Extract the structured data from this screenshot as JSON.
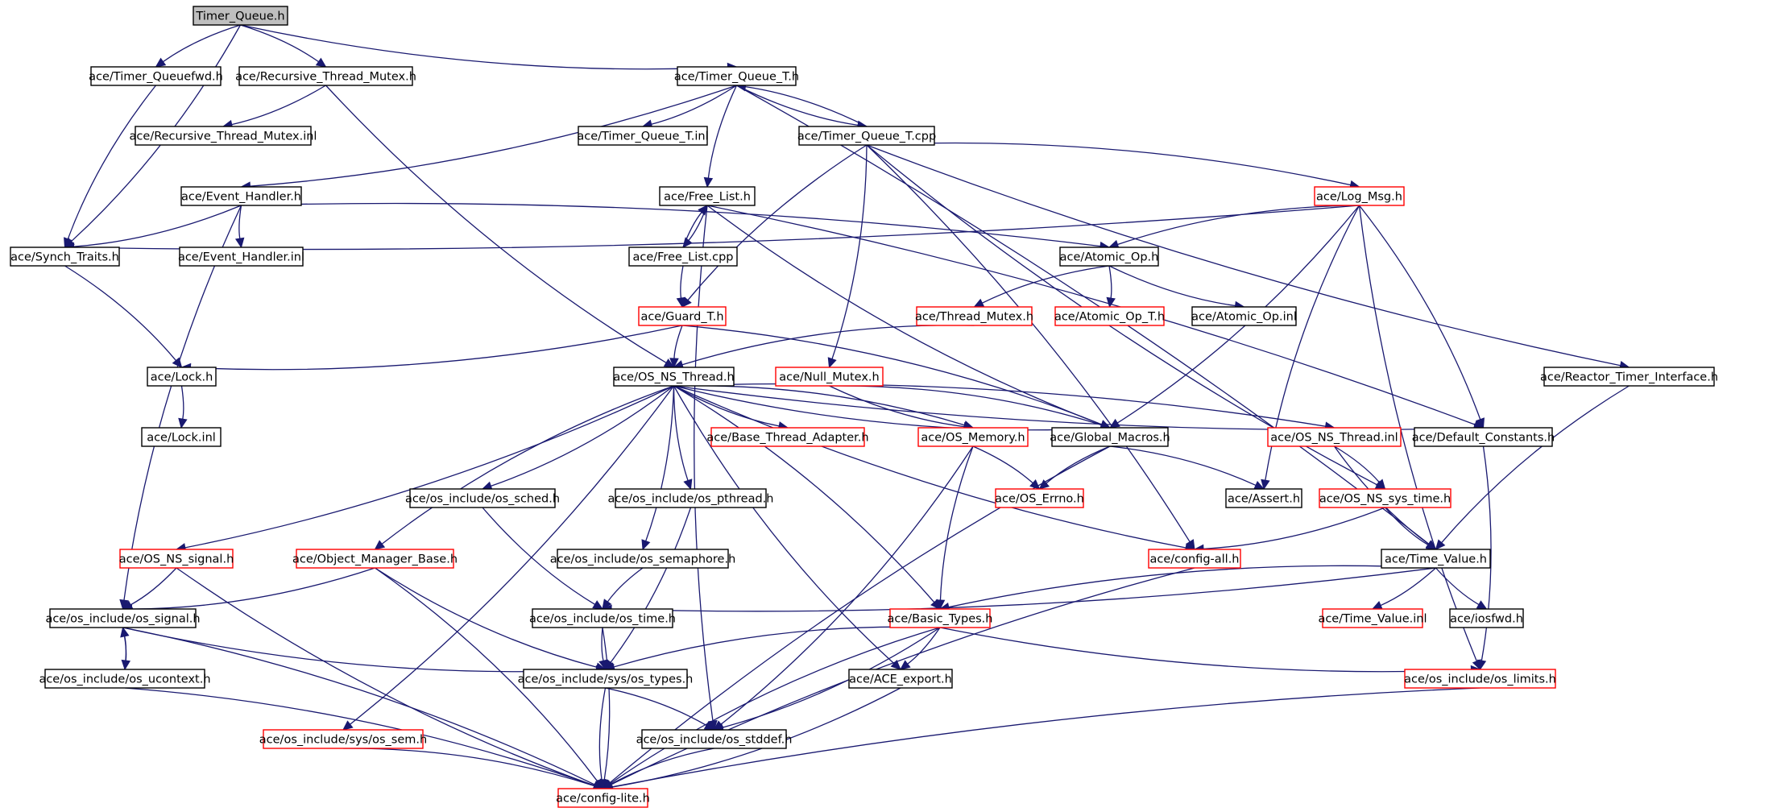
{
  "colors": {
    "edge": "#191970",
    "node_border": "#000000",
    "node_border_incomplete": "#ff0000",
    "root_fill": "#bfbfbf",
    "background": "#ffffff"
  },
  "nodes": [
    {
      "id": "n0",
      "label": "Timer_Queue.h",
      "root": true
    },
    {
      "id": "n1",
      "label": "ace/Timer_Queuefwd.h"
    },
    {
      "id": "n2",
      "label": "ace/Recursive_Thread_Mutex.h"
    },
    {
      "id": "n3",
      "label": "ace/Timer_Queue_T.h"
    },
    {
      "id": "n4",
      "label": "ace/Recursive_Thread_Mutex.inl"
    },
    {
      "id": "n5",
      "label": "ace/Timer_Queue_T.inl"
    },
    {
      "id": "n6",
      "label": "ace/Timer_Queue_T.cpp"
    },
    {
      "id": "n7",
      "label": "ace/Event_Handler.h"
    },
    {
      "id": "n8",
      "label": "ace/Free_List.h"
    },
    {
      "id": "n9",
      "label": "ace/Log_Msg.h",
      "incomplete": true
    },
    {
      "id": "n10",
      "label": "ace/Synch_Traits.h"
    },
    {
      "id": "n11",
      "label": "ace/Event_Handler.inl"
    },
    {
      "id": "n12",
      "label": "ace/Free_List.cpp"
    },
    {
      "id": "n13",
      "label": "ace/Atomic_Op.h"
    },
    {
      "id": "n14",
      "label": "ace/Guard_T.h",
      "incomplete": true
    },
    {
      "id": "n15",
      "label": "ace/Thread_Mutex.h",
      "incomplete": true
    },
    {
      "id": "n16",
      "label": "ace/Atomic_Op_T.h",
      "incomplete": true
    },
    {
      "id": "n17",
      "label": "ace/Atomic_Op.inl"
    },
    {
      "id": "n18",
      "label": "ace/Lock.h"
    },
    {
      "id": "n19",
      "label": "ace/OS_NS_Thread.h"
    },
    {
      "id": "n20",
      "label": "ace/Null_Mutex.h",
      "incomplete": true
    },
    {
      "id": "n21",
      "label": "ace/Reactor_Timer_Interface.h"
    },
    {
      "id": "n22",
      "label": "ace/Lock.inl"
    },
    {
      "id": "n23",
      "label": "ace/Base_Thread_Adapter.h",
      "incomplete": true
    },
    {
      "id": "n24",
      "label": "ace/OS_Memory.h",
      "incomplete": true
    },
    {
      "id": "n25",
      "label": "ace/Global_Macros.h"
    },
    {
      "id": "n26",
      "label": "ace/OS_NS_Thread.inl",
      "incomplete": true
    },
    {
      "id": "n27",
      "label": "ace/Default_Constants.h"
    },
    {
      "id": "n28",
      "label": "ace/os_include/os_sched.h"
    },
    {
      "id": "n29",
      "label": "ace/os_include/os_pthread.h"
    },
    {
      "id": "n30",
      "label": "ace/OS_Errno.h",
      "incomplete": true
    },
    {
      "id": "n31",
      "label": "ace/Assert.h"
    },
    {
      "id": "n32",
      "label": "ace/OS_NS_sys_time.h",
      "incomplete": true
    },
    {
      "id": "n33",
      "label": "ace/OS_NS_signal.h",
      "incomplete": true
    },
    {
      "id": "n34",
      "label": "ace/Object_Manager_Base.h",
      "incomplete": true
    },
    {
      "id": "n35",
      "label": "ace/os_include/os_semaphore.h"
    },
    {
      "id": "n36",
      "label": "ace/config-all.h",
      "incomplete": true
    },
    {
      "id": "n37",
      "label": "ace/Time_Value.h"
    },
    {
      "id": "n38",
      "label": "ace/os_include/os_signal.h"
    },
    {
      "id": "n39",
      "label": "ace/os_include/os_time.h"
    },
    {
      "id": "n40",
      "label": "ace/Basic_Types.h",
      "incomplete": true
    },
    {
      "id": "n41",
      "label": "ace/Time_Value.inl",
      "incomplete": true
    },
    {
      "id": "n42",
      "label": "ace/iosfwd.h"
    },
    {
      "id": "n43",
      "label": "ace/os_include/os_ucontext.h"
    },
    {
      "id": "n44",
      "label": "ace/os_include/sys/os_types.h"
    },
    {
      "id": "n45",
      "label": "ace/ACE_export.h"
    },
    {
      "id": "n46",
      "label": "ace/os_include/os_limits.h",
      "incomplete": true
    },
    {
      "id": "n47",
      "label": "ace/os_include/sys/os_sem.h",
      "incomplete": true
    },
    {
      "id": "n48",
      "label": "ace/os_include/os_stddef.h"
    },
    {
      "id": "n49",
      "label": "ace/config-lite.h",
      "incomplete": true
    }
  ],
  "edges": [
    [
      "n0",
      "n1"
    ],
    [
      "n0",
      "n2"
    ],
    [
      "n0",
      "n3"
    ],
    [
      "n0",
      "n10"
    ],
    [
      "n1",
      "n10"
    ],
    [
      "n2",
      "n4"
    ],
    [
      "n2",
      "n19"
    ],
    [
      "n3",
      "n5"
    ],
    [
      "n3",
      "n6"
    ],
    [
      "n3",
      "n7"
    ],
    [
      "n3",
      "n8"
    ],
    [
      "n3",
      "n37"
    ],
    [
      "n6",
      "n3"
    ],
    [
      "n6",
      "n9"
    ],
    [
      "n6",
      "n14"
    ],
    [
      "n6",
      "n20"
    ],
    [
      "n6",
      "n21"
    ],
    [
      "n6",
      "n36"
    ],
    [
      "n6",
      "n32"
    ],
    [
      "n7",
      "n10"
    ],
    [
      "n7",
      "n11"
    ],
    [
      "n7",
      "n13"
    ],
    [
      "n7",
      "n38"
    ],
    [
      "n8",
      "n12"
    ],
    [
      "n8",
      "n25"
    ],
    [
      "n8",
      "n27"
    ],
    [
      "n8",
      "n48"
    ],
    [
      "n12",
      "n8"
    ],
    [
      "n12",
      "n14"
    ],
    [
      "n9",
      "n10"
    ],
    [
      "n9",
      "n13"
    ],
    [
      "n9",
      "n25"
    ],
    [
      "n9",
      "n31"
    ],
    [
      "n9",
      "n27"
    ],
    [
      "n9",
      "n46"
    ],
    [
      "n10",
      "n18"
    ],
    [
      "n13",
      "n15"
    ],
    [
      "n13",
      "n16"
    ],
    [
      "n13",
      "n17"
    ],
    [
      "n14",
      "n18"
    ],
    [
      "n14",
      "n19"
    ],
    [
      "n14",
      "n25"
    ],
    [
      "n15",
      "n19"
    ],
    [
      "n18",
      "n22"
    ],
    [
      "n19",
      "n23"
    ],
    [
      "n19",
      "n24"
    ],
    [
      "n19",
      "n25"
    ],
    [
      "n19",
      "n26"
    ],
    [
      "n19",
      "n27"
    ],
    [
      "n19",
      "n28"
    ],
    [
      "n19",
      "n29"
    ],
    [
      "n19",
      "n33"
    ],
    [
      "n19",
      "n34"
    ],
    [
      "n19",
      "n35"
    ],
    [
      "n19",
      "n36"
    ],
    [
      "n19",
      "n40"
    ],
    [
      "n19",
      "n45"
    ],
    [
      "n19",
      "n47"
    ],
    [
      "n20",
      "n24"
    ],
    [
      "n20",
      "n25"
    ],
    [
      "n21",
      "n37"
    ],
    [
      "n24",
      "n30"
    ],
    [
      "n24",
      "n40"
    ],
    [
      "n24",
      "n48"
    ],
    [
      "n25",
      "n30"
    ],
    [
      "n25",
      "n31"
    ],
    [
      "n25",
      "n49"
    ],
    [
      "n26",
      "n32"
    ],
    [
      "n26",
      "n37"
    ],
    [
      "n27",
      "n46"
    ],
    [
      "n28",
      "n39"
    ],
    [
      "n29",
      "n44"
    ],
    [
      "n35",
      "n39"
    ],
    [
      "n32",
      "n36"
    ],
    [
      "n32",
      "n37"
    ],
    [
      "n33",
      "n38"
    ],
    [
      "n33",
      "n49"
    ],
    [
      "n34",
      "n38"
    ],
    [
      "n34",
      "n44"
    ],
    [
      "n34",
      "n49"
    ],
    [
      "n36",
      "n49"
    ],
    [
      "n37",
      "n39"
    ],
    [
      "n37",
      "n40"
    ],
    [
      "n37",
      "n41"
    ],
    [
      "n37",
      "n42"
    ],
    [
      "n38",
      "n43"
    ],
    [
      "n38",
      "n44"
    ],
    [
      "n38",
      "n49"
    ],
    [
      "n43",
      "n38"
    ],
    [
      "n43",
      "n49"
    ],
    [
      "n39",
      "n44"
    ],
    [
      "n39",
      "n49"
    ],
    [
      "n40",
      "n44"
    ],
    [
      "n40",
      "n45"
    ],
    [
      "n40",
      "n46"
    ],
    [
      "n40",
      "n48"
    ],
    [
      "n40",
      "n49"
    ],
    [
      "n44",
      "n48"
    ],
    [
      "n44",
      "n49"
    ],
    [
      "n45",
      "n49"
    ],
    [
      "n46",
      "n49"
    ],
    [
      "n47",
      "n49"
    ],
    [
      "n48",
      "n49"
    ]
  ]
}
